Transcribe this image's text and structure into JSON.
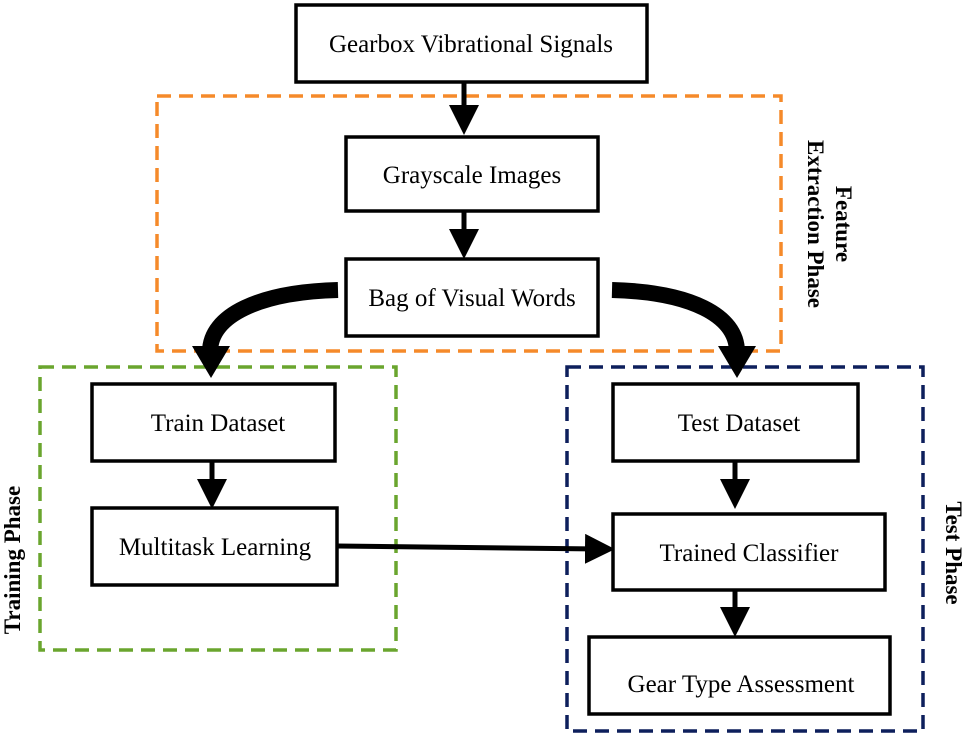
{
  "colors": {
    "feature_region": "#F58A2A",
    "training_region": "#6AA52E",
    "test_region": "#0D1F5C",
    "arrow": "#000000",
    "box_border": "#000000"
  },
  "nodes": {
    "signals": "Gearbox Vibrational Signals",
    "grayscale": "Grayscale Images",
    "bovw": "Bag of Visual Words",
    "train_dataset": "Train Dataset",
    "multitask": "Multitask Learning",
    "test_dataset": "Test Dataset",
    "classifier": "Trained Classifier",
    "assessment": "Gear Type Assessment"
  },
  "phases": {
    "feature_line1": "Feature",
    "feature_line2": "Extraction Phase",
    "training": "Training Phase",
    "test": "Test Phase"
  },
  "edges": [
    {
      "from": "signals",
      "to": "grayscale"
    },
    {
      "from": "grayscale",
      "to": "bovw"
    },
    {
      "from": "bovw",
      "to": "train_dataset"
    },
    {
      "from": "bovw",
      "to": "test_dataset"
    },
    {
      "from": "train_dataset",
      "to": "multitask"
    },
    {
      "from": "multitask",
      "to": "classifier"
    },
    {
      "from": "test_dataset",
      "to": "classifier"
    },
    {
      "from": "classifier",
      "to": "assessment"
    }
  ]
}
